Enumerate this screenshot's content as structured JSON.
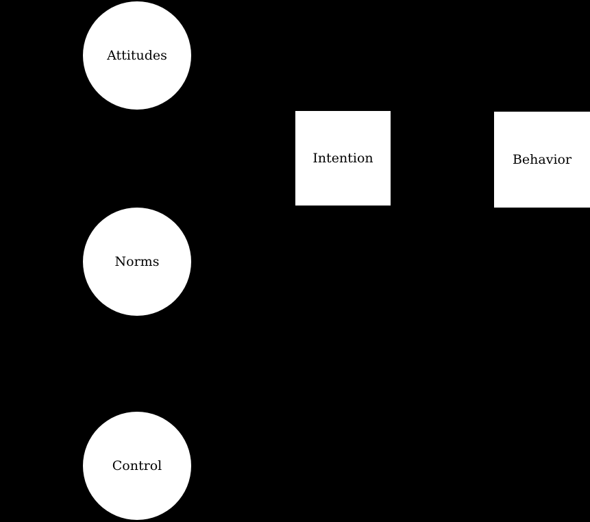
{
  "diagram": {
    "background_color": "#000000",
    "node_fill_color": "#ffffff",
    "node_text_color": "#000000",
    "nodes": [
      {
        "id": "attitudes",
        "label": "Attitudes",
        "shape": "circle"
      },
      {
        "id": "norms",
        "label": "Norms",
        "shape": "circle"
      },
      {
        "id": "control",
        "label": "Control",
        "shape": "circle"
      },
      {
        "id": "intention",
        "label": "Intention",
        "shape": "square"
      },
      {
        "id": "behavior",
        "label": "Behavior",
        "shape": "square"
      }
    ]
  }
}
